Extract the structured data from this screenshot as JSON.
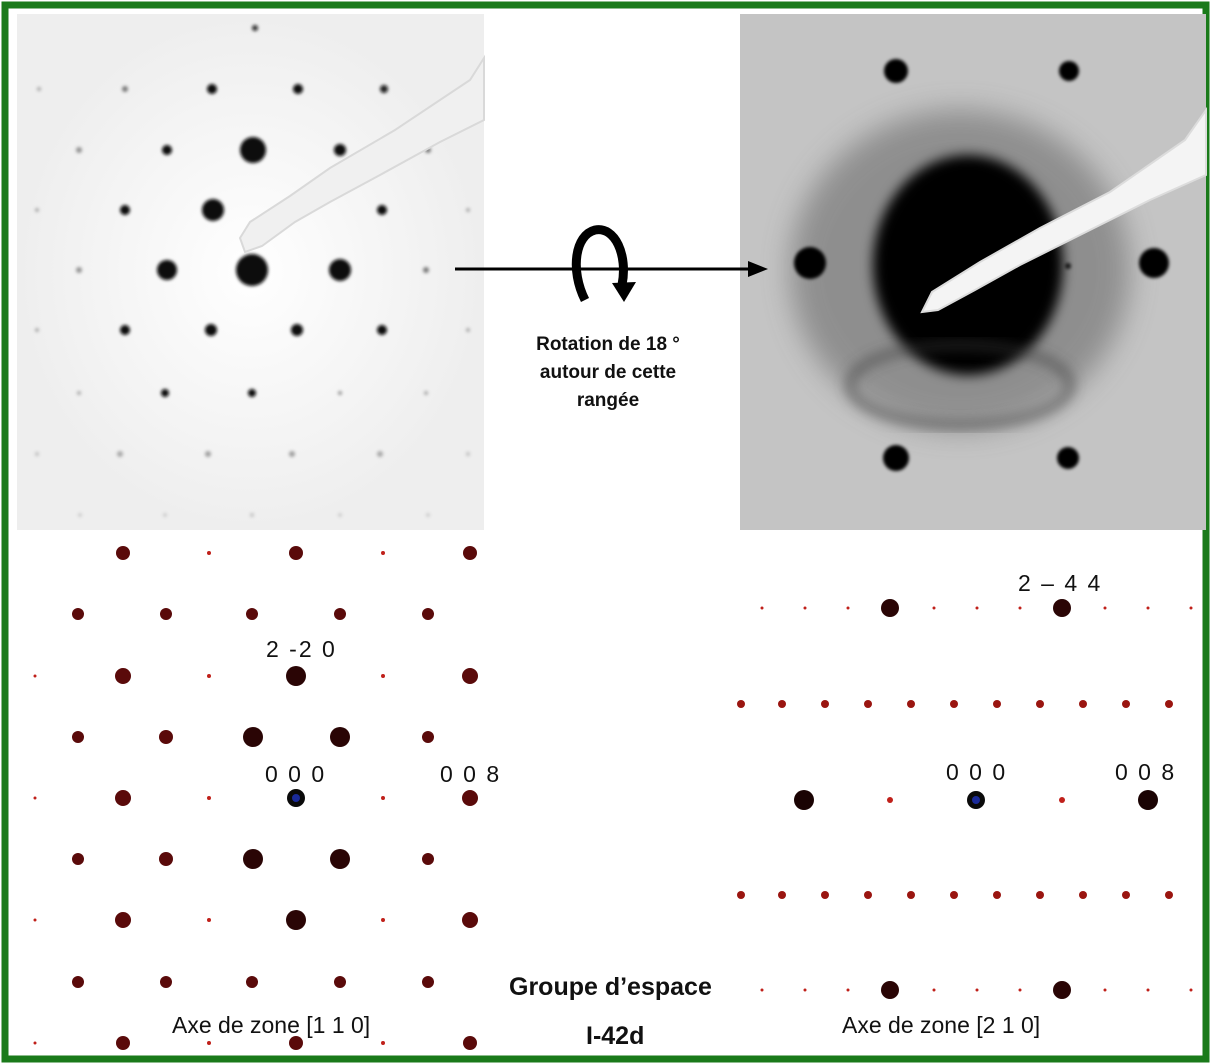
{
  "rotation": {
    "line1": "Rotation de 18 °",
    "line2": "autour de cette",
    "line3": "rangée"
  },
  "left_pattern": {
    "label_220": "2 -2 0",
    "label_000": "0 0 0",
    "label_008": "0 0 8",
    "zone_axis": "Axe de zone [1 1 0]"
  },
  "right_pattern": {
    "label_244": "2 – 4 4",
    "label_000": "0 0 0",
    "label_008": "0 0 8",
    "zone_axis": "Axe de zone [2 1 0]"
  },
  "space_group": {
    "title": "Groupe d’espace",
    "value": "I-42d"
  },
  "colors": {
    "frame": "#1a7a1a",
    "spot": "#5a0a0a",
    "small_spot": "#c0201a",
    "origin": "#1a2a9a"
  }
}
